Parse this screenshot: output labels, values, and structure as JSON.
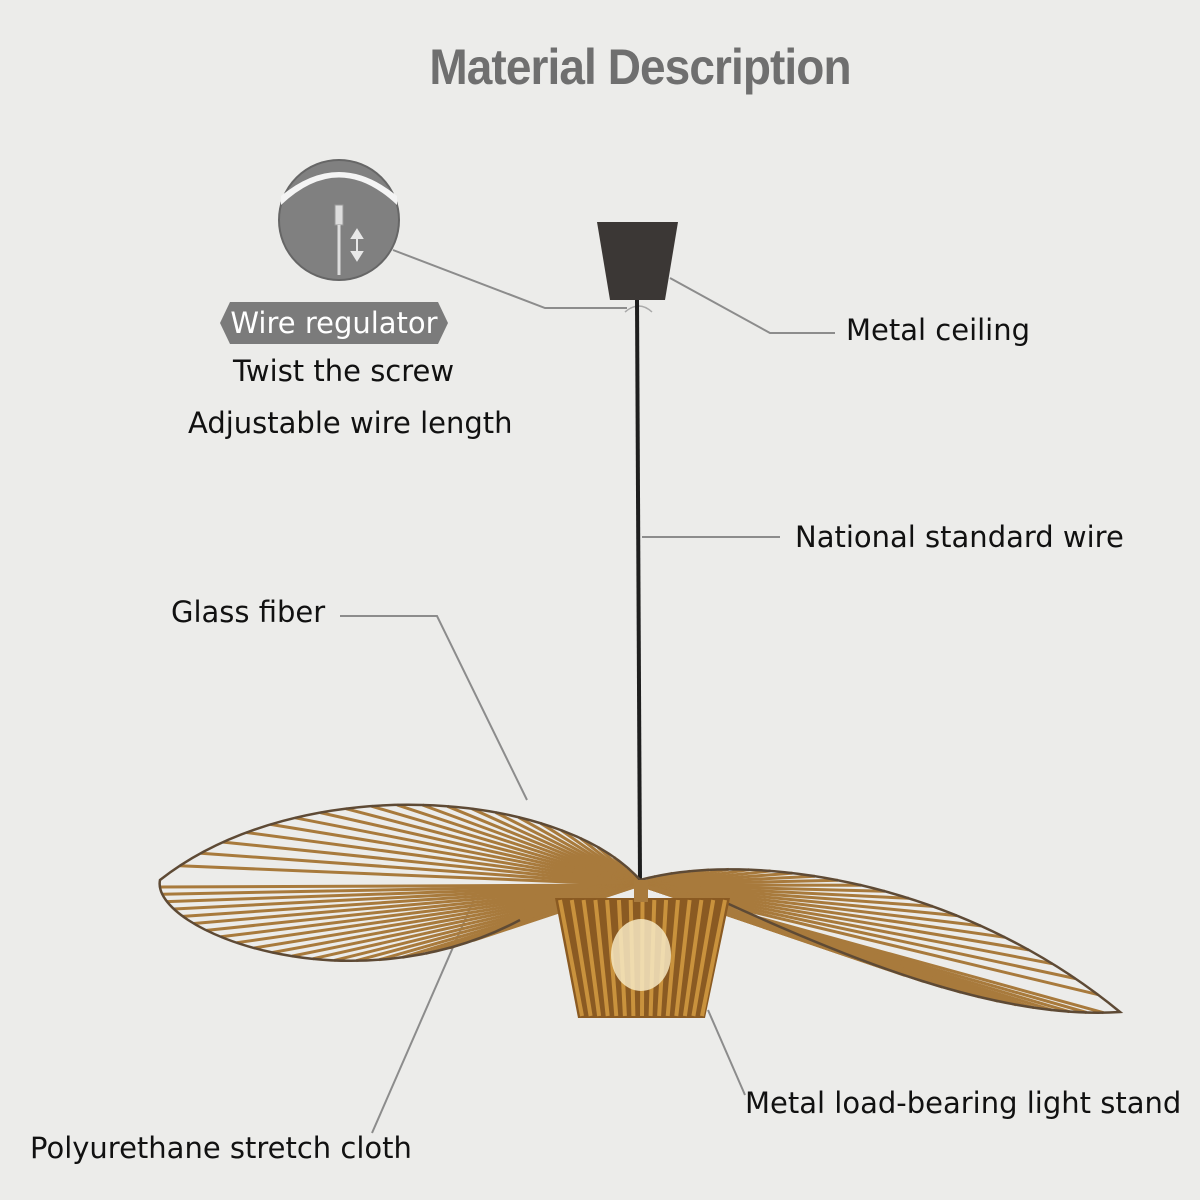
{
  "title": "Material Description",
  "callouts": {
    "wire_regulator": "Wire regulator",
    "twist": "Twist the screw",
    "adjustable": "Adjustable wire length",
    "metal_ceiling": "Metal ceiling",
    "wire": "National standard wire",
    "glass_fiber": "Glass fiber",
    "light_stand": "Metal load-bearing light stand",
    "cloth": "Polyurethane stretch cloth"
  },
  "colors": {
    "background": "#ececea",
    "title": "#6f6f6f",
    "rib": "#a87a3c",
    "canopy": "#3b3735",
    "leader": "#8c8c8c"
  }
}
